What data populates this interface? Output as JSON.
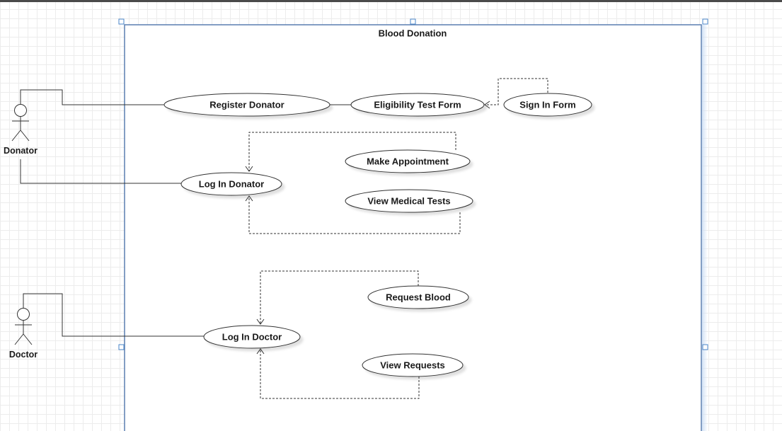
{
  "diagram": {
    "title": "Blood Donation",
    "actors": {
      "donator": "Donator",
      "doctor": "Doctor"
    },
    "use_cases": {
      "register_donator": "Register Donator",
      "eligibility_test_form": "Eligibility Test Form",
      "sign_in_form": "Sign In Form",
      "make_appointment": "Make Appointment",
      "log_in_donator": "Log In Donator",
      "view_medical_tests": "View Medical Tests",
      "request_blood": "Request Blood",
      "log_in_doctor": "Log In Doctor",
      "view_requests": "View Requests"
    },
    "colors": {
      "boundary": "#5a7fb0",
      "selection_handle": "#4a86c8",
      "line": "#333333",
      "grid": "#ececec"
    }
  }
}
